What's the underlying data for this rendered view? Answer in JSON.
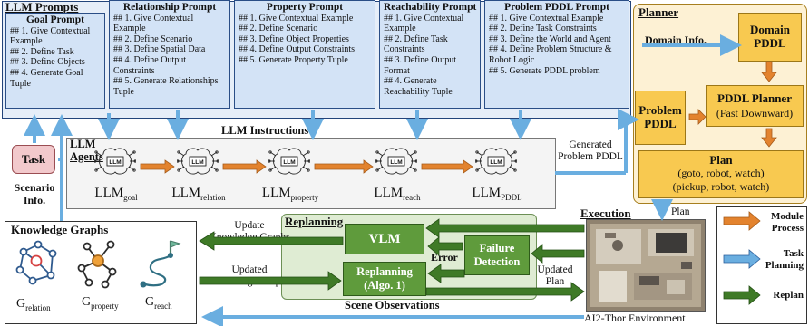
{
  "prompts": {
    "panel_title": "LLM Prompts",
    "boxes": [
      {
        "title": "Goal Prompt",
        "items": [
          "## 1. Give Contextual Example",
          "## 2. Define Task",
          "## 3. Define Objects",
          "## 4. Generate Goal Tuple"
        ]
      },
      {
        "title": "Relationship  Prompt",
        "items": [
          "## 1. Give Contextual Example",
          "## 2. Define Scenario",
          "## 3. Define Spatial Data",
          "## 4. Define Output Constraints",
          "## 5. Generate Relationships Tuple"
        ]
      },
      {
        "title": "Property  Prompt",
        "items": [
          "## 1. Give Contextual Example",
          "## 2. Define Scenario",
          "## 3. Define Object Properties",
          "## 4. Define Output Constraints",
          "## 5. Generate Property Tuple"
        ]
      },
      {
        "title": "Reachability  Prompt",
        "items": [
          "## 1. Give Contextual Example",
          "## 2. Define Task Constraints",
          "## 3. Define Output Format",
          "## 4. Generate Reachability Tuple"
        ]
      },
      {
        "title": "Problem PDDL  Prompt",
        "items": [
          "## 1. Give Contextual Example",
          "## 2. Define Task Constraints",
          "## 3. Define the World and Agent",
          "## 4. Define Problem Structure & Robot Logic",
          "## 5. Generate PDDL problem"
        ]
      }
    ]
  },
  "planner": {
    "title": "Planner",
    "domain_info": "Domain Info.",
    "domain_pddl": [
      "Domain",
      "PDDL"
    ],
    "problem_pddl": [
      "Problem",
      "PDDL"
    ],
    "pddl_planner": {
      "title": "PDDL Planner",
      "subtitle": "(Fast Downward)"
    },
    "plan": {
      "title": "Plan",
      "lines": [
        "(goto, robot, watch)",
        "(pickup, robot, watch)"
      ]
    }
  },
  "agents": {
    "label": [
      "LLM",
      "Agents"
    ],
    "instructions": "LLM Instructions",
    "llms": [
      {
        "base": "LLM",
        "sub": "goal"
      },
      {
        "base": "LLM",
        "sub": "relation"
      },
      {
        "base": "LLM",
        "sub": "property"
      },
      {
        "base": "LLM",
        "sub": "reach"
      },
      {
        "base": "LLM",
        "sub": "PDDL"
      }
    ],
    "brain_text": "LLM"
  },
  "task": {
    "label": "Task",
    "scenario": [
      "Scenario",
      "Info."
    ]
  },
  "generated": [
    "Generated",
    "Problem PDDL"
  ],
  "knowledge_graphs": {
    "title": "Knowledge Graphs",
    "graphs": [
      {
        "base": "G",
        "sub": "relation"
      },
      {
        "base": "G",
        "sub": "property"
      },
      {
        "base": "G",
        "sub": "reach"
      }
    ]
  },
  "flows": {
    "update_kg": [
      "Update",
      "Knowledge Graphs"
    ],
    "updated_kg": [
      "Updated",
      "Knowledge Graphs"
    ],
    "error": "Error",
    "updated_plan": [
      "Updated",
      "Plan"
    ],
    "scene_observations": "Scene Observations",
    "plan": "Plan"
  },
  "replanning": {
    "title": "Replanning",
    "vlm": "VLM",
    "failure": [
      "Failure",
      "Detection"
    ],
    "replan_box": [
      "Replanning",
      "(Algo. 1)"
    ]
  },
  "execution": {
    "title": "Execution",
    "env": "AI2-Thor Environment"
  },
  "legend": {
    "items": [
      {
        "label": [
          "Module",
          "Process"
        ],
        "color": "#e3832e"
      },
      {
        "label": [
          "Task",
          "Planning"
        ],
        "color": "#6aaee0"
      },
      {
        "label": [
          "Replan"
        ],
        "color": "#3f7a27"
      }
    ]
  },
  "colors": {
    "orange": "#e3832e",
    "blue": "#6aaee0",
    "green": "#3f7a27",
    "blue_dark": "#2a5d9a"
  }
}
